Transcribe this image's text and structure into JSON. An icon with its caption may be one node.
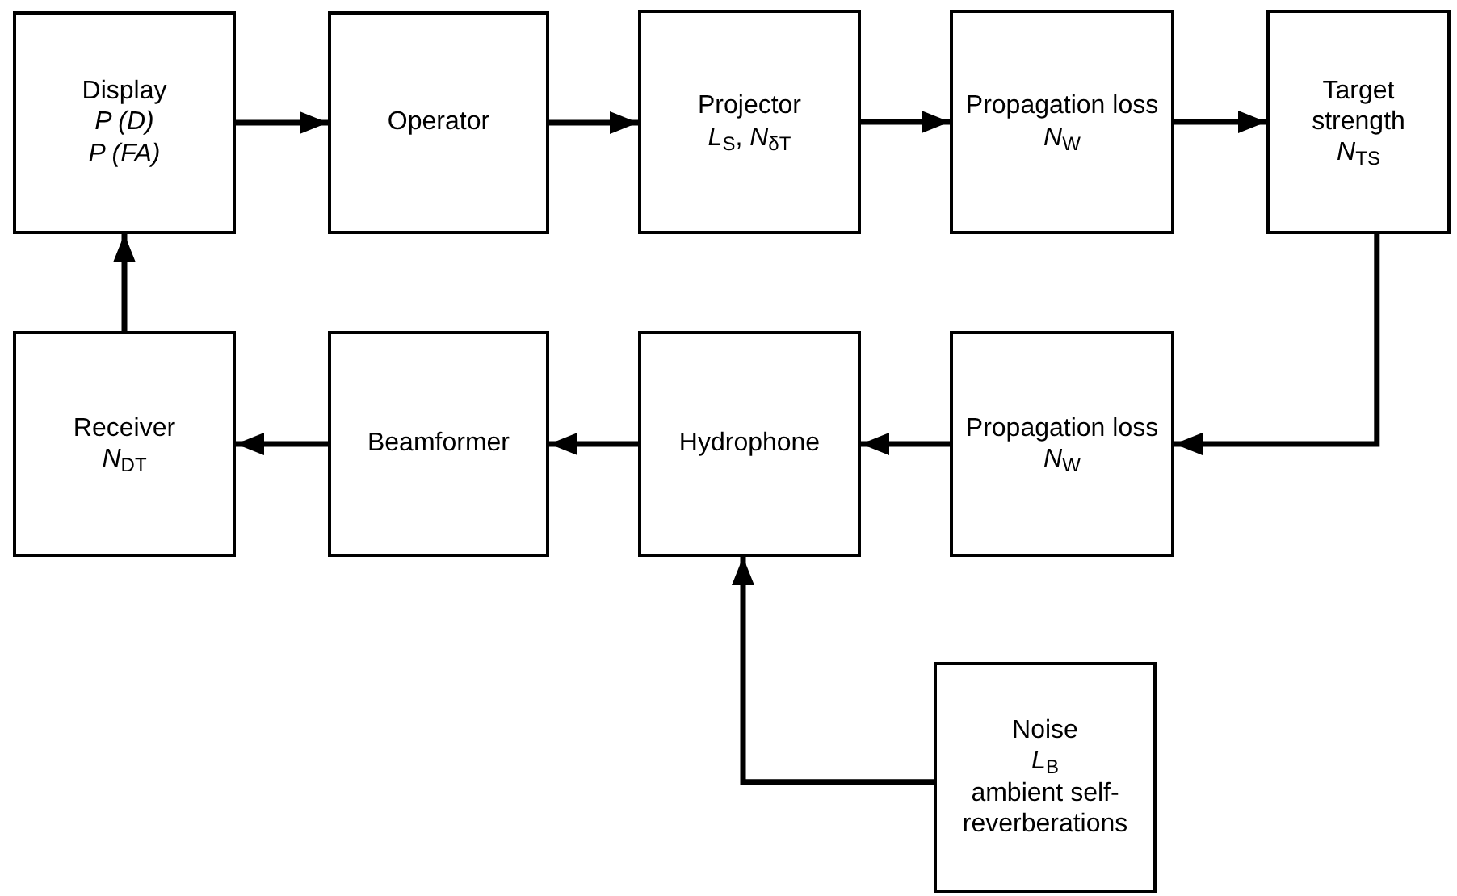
{
  "diagram": {
    "nodes": [
      {
        "text": [
          "Display",
          "*P (D)*",
          "*P (FA)*"
        ]
      },
      {
        "text": [
          "Operator"
        ]
      },
      {
        "text": [
          "Projector",
          "*L*$_{S}$, *N*$_{δT}$"
        ]
      },
      {
        "text": [
          "Propagation loss",
          "*N*$_{W}$"
        ]
      },
      {
        "text": [
          "Target strength",
          "*N*$_{TS}$"
        ]
      },
      {
        "text": [
          "Receiver",
          "*N*$_{DT}$"
        ]
      },
      {
        "text": [
          "Beamformer"
        ]
      },
      {
        "text": [
          "Hydrophone"
        ]
      },
      {
        "text": [
          "Propagation loss",
          "*N*$_{W}$"
        ]
      },
      {
        "text": [
          "Noise",
          "*L*$_{B}$",
          "ambient self-reverberations"
        ]
      }
    ],
    "edges": [
      {
        "from": 0,
        "to": 1,
        "arrow": "to"
      },
      {
        "from": 1,
        "to": 2,
        "arrow": "to"
      },
      {
        "from": 2,
        "to": 3,
        "arrow": "to"
      },
      {
        "from": 3,
        "to": 4,
        "arrow": "to"
      },
      {
        "from": 4,
        "to": 8,
        "arrow": "to"
      },
      {
        "from": 8,
        "to": 7,
        "arrow": "to"
      },
      {
        "from": 7,
        "to": 6,
        "arrow": "to"
      },
      {
        "from": 6,
        "to": 5,
        "arrow": "to"
      },
      {
        "from": 5,
        "to": 0,
        "arrow": "to"
      },
      {
        "from": 9,
        "to": 7,
        "arrow": "to"
      }
    ]
  }
}
